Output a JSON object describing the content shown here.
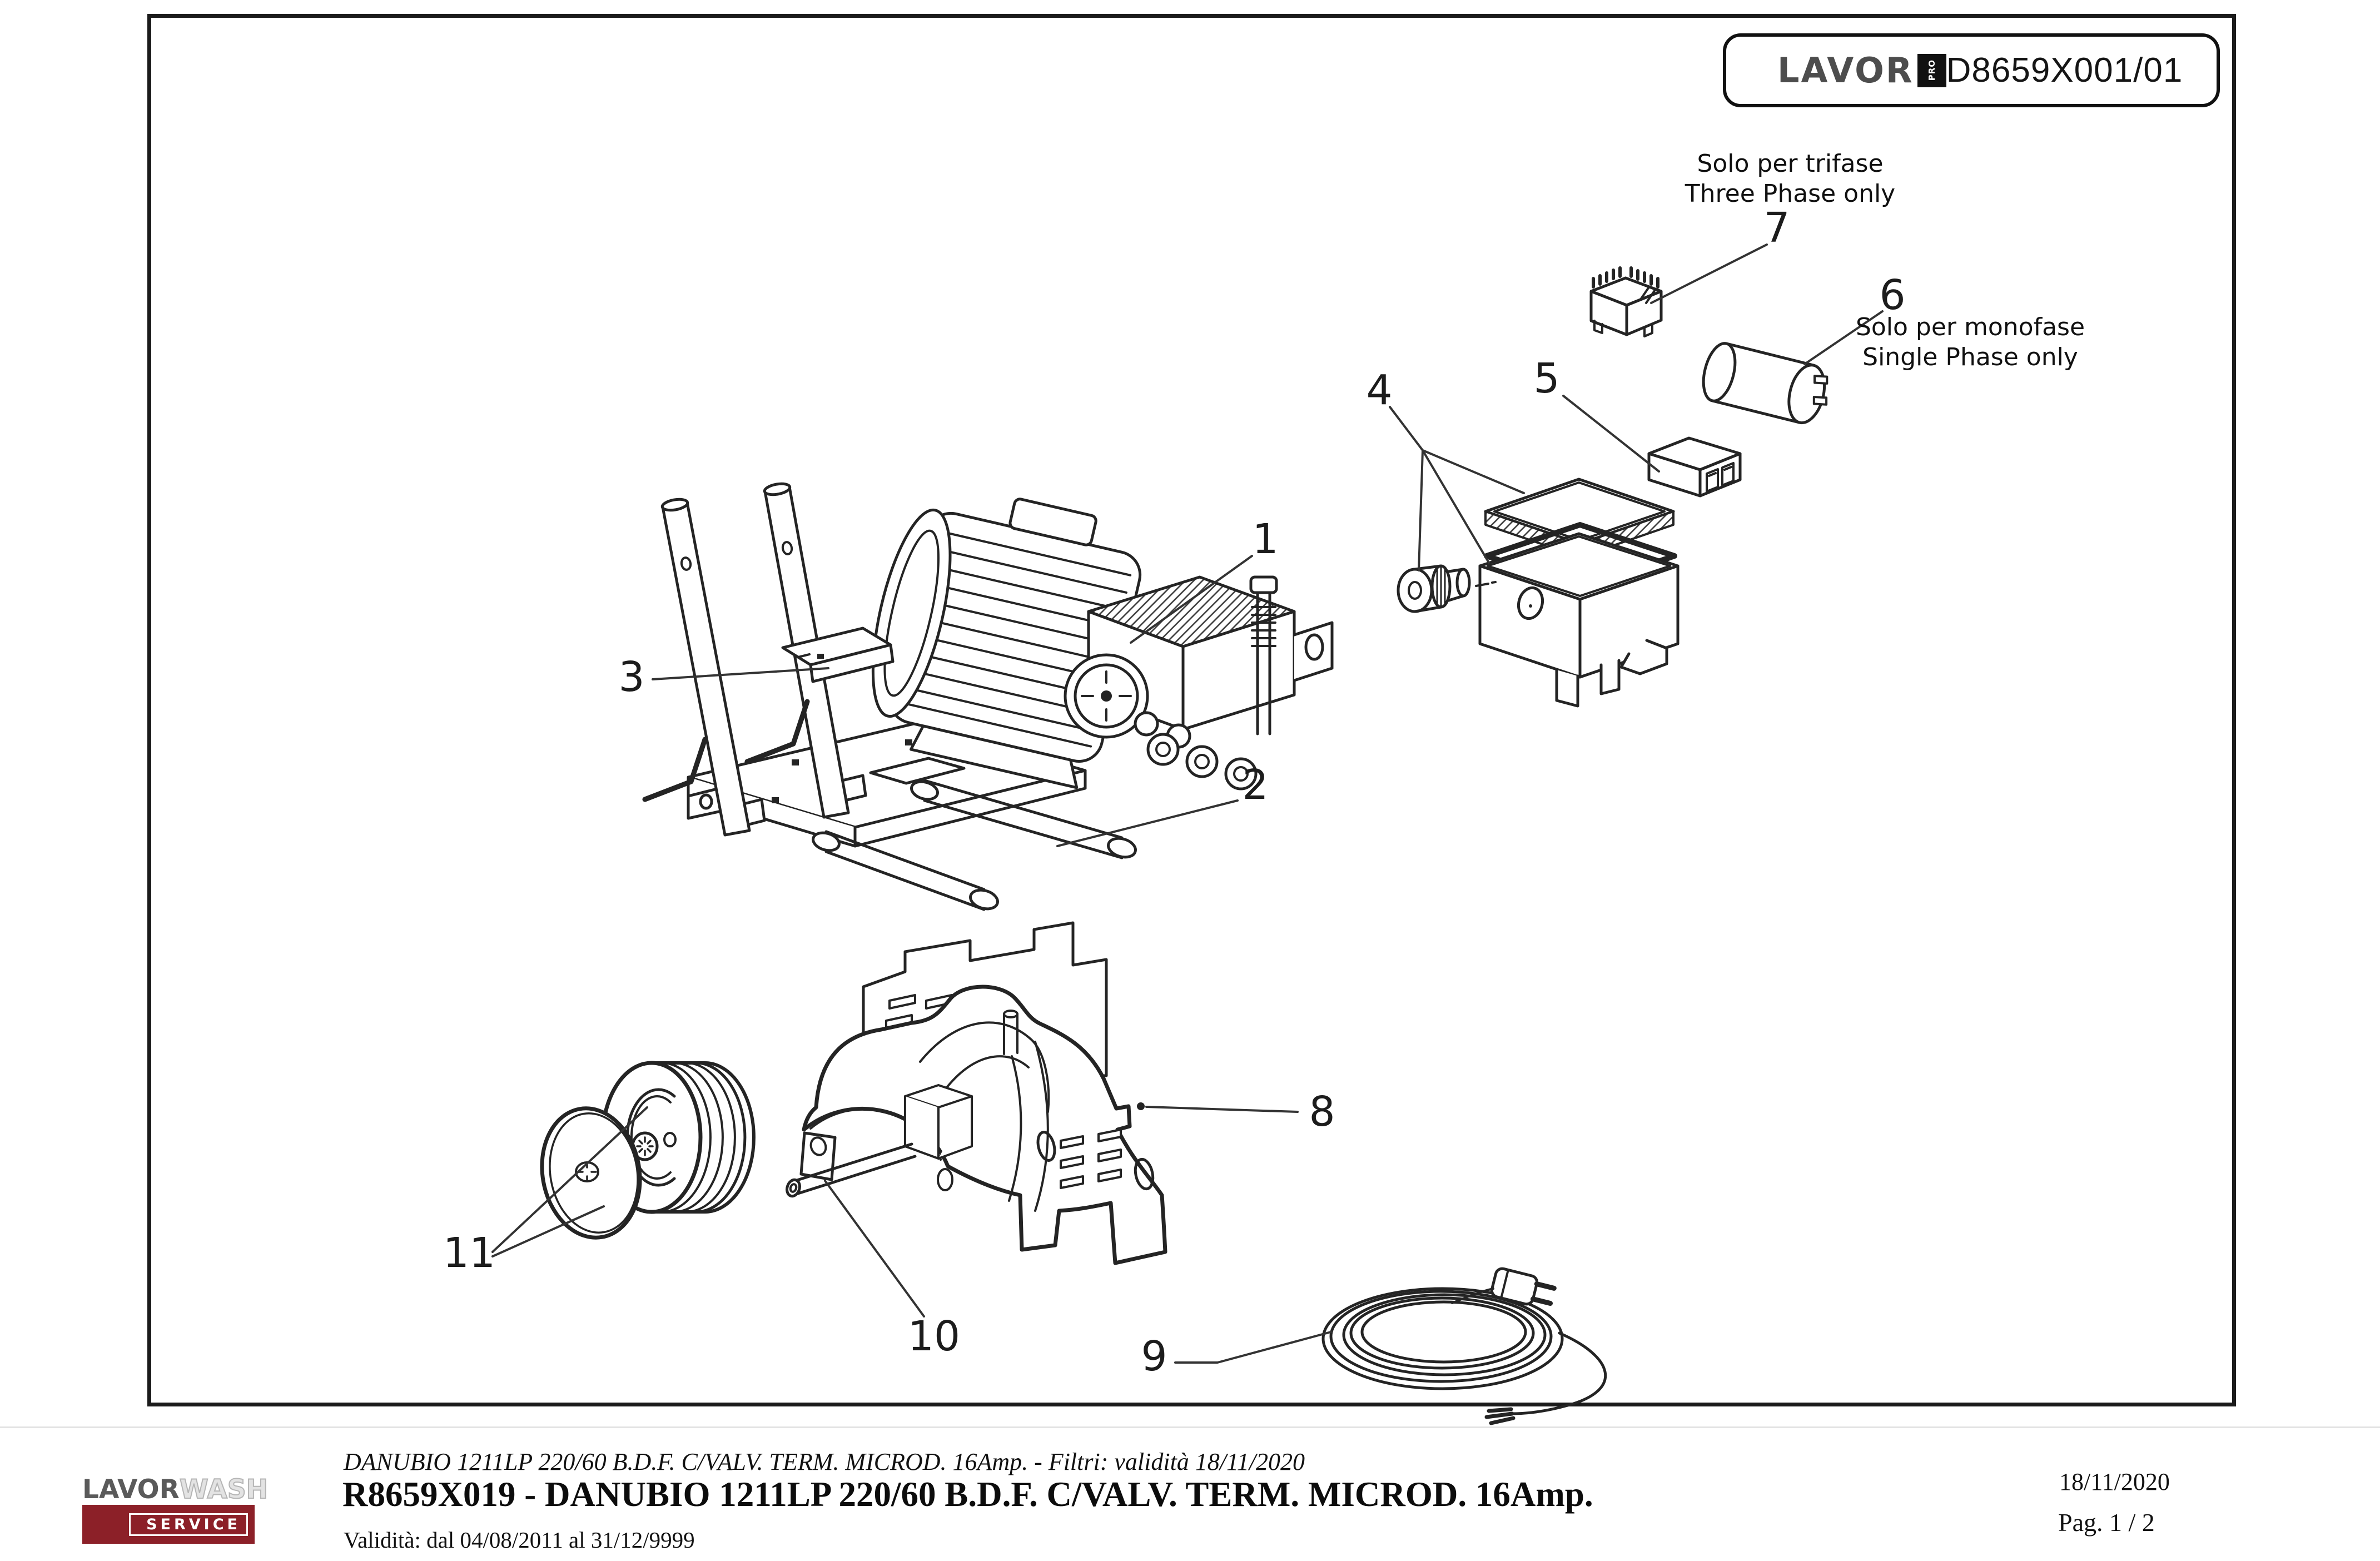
{
  "title_box": {
    "brand": "LAVOR",
    "brand_badge": "PRO",
    "code": "D8659X001/01"
  },
  "notes": {
    "three_phase_it": "Solo per trifase",
    "three_phase_en": "Three Phase only",
    "single_phase_it": "Solo per monofase",
    "single_phase_en": "Single Phase only"
  },
  "parts": [
    "1",
    "2",
    "3",
    "4",
    "5",
    "6",
    "7",
    "8",
    "9",
    "10",
    "11"
  ],
  "footer": {
    "subtitle": "DANUBIO 1211LP 220/60 B.D.F. C/VALV. TERM. MICROD. 16Amp. - Filtri: validità 18/11/2020",
    "title": "R8659X019 - DANUBIO 1211LP 220/60 B.D.F. C/VALV. TERM. MICROD. 16Amp.",
    "validity": "Validità: dal 04/08/2011 al 31/12/9999",
    "date": "18/11/2020",
    "page": "Pag. 1 / 2",
    "logo_primary": "LAVOR",
    "logo_secondary": "WASH",
    "logo_service": "SERVICE"
  },
  "colors": {
    "line": "#242424",
    "service_red": "#8c2028",
    "frame": "#1b1b1b"
  }
}
